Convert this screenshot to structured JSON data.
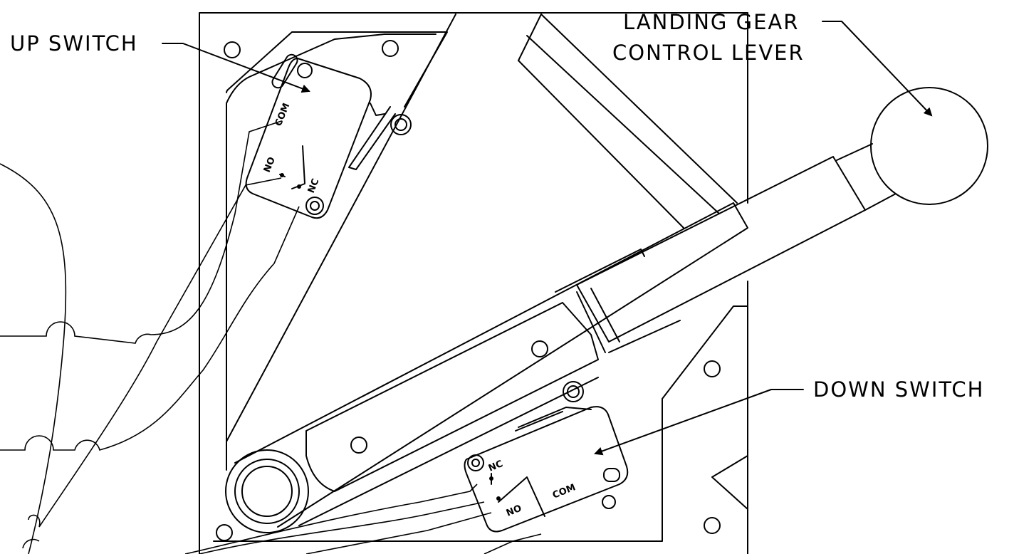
{
  "callouts": {
    "up_switch": "UP SWITCH",
    "landing_gear_line1": "LANDING GEAR",
    "landing_gear_line2": "CONTROL LEVER",
    "down_switch": "DOWN SWITCH"
  },
  "up_switch_pins": {
    "com": "COM",
    "no": "NO",
    "nc": "NC"
  },
  "down_switch_pins": {
    "nc": "NC",
    "no": "NO",
    "com": "COM"
  }
}
